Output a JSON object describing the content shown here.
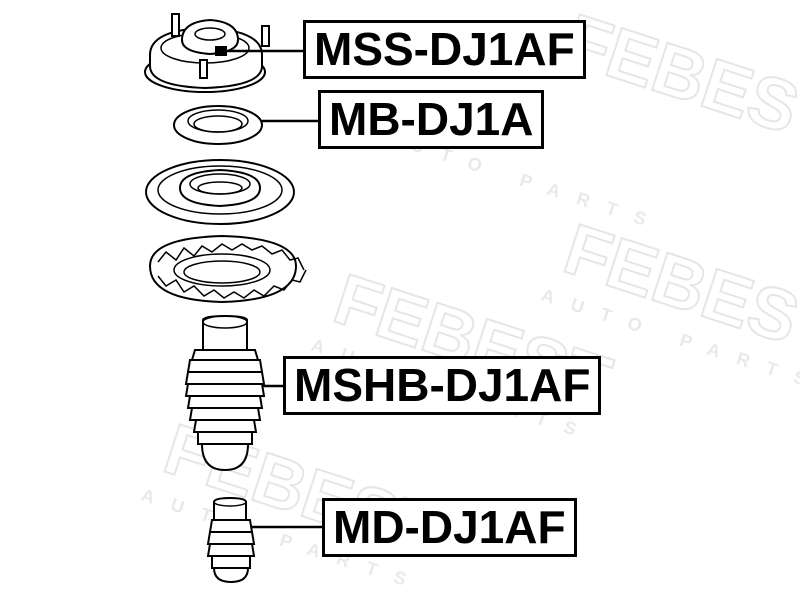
{
  "watermark": {
    "brand": "FEBEST",
    "tagline": "AUTO PARTS",
    "color": "#e6e6e6"
  },
  "parts": [
    {
      "label": "MSS-DJ1AF",
      "part": "strut-mount"
    },
    {
      "label": "MB-DJ1A",
      "part": "bearing"
    },
    {
      "label": "MSHB-DJ1AF",
      "part": "shock-boot"
    },
    {
      "label": "MD-DJ1AF",
      "part": "bump-stop"
    }
  ]
}
